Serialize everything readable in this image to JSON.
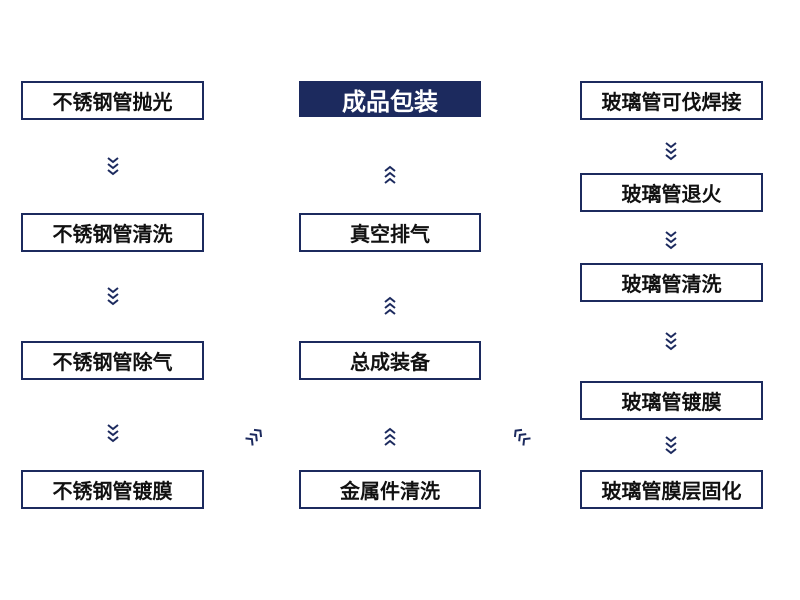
{
  "colors": {
    "primary": "#1c2a5e",
    "background": "#ffffff"
  },
  "left_column": [
    "不锈钢管抛光",
    "不锈钢管清洗",
    "不锈钢管除气",
    "不锈钢管镀膜"
  ],
  "middle_column": {
    "final": "成品包装",
    "steps": [
      "真空排气",
      "总成装备",
      "金属件清洗"
    ]
  },
  "right_column": [
    "玻璃管可伐焊接",
    "玻璃管退火",
    "玻璃管清洗",
    "玻璃管镀膜",
    "玻璃管膜层固化"
  ]
}
